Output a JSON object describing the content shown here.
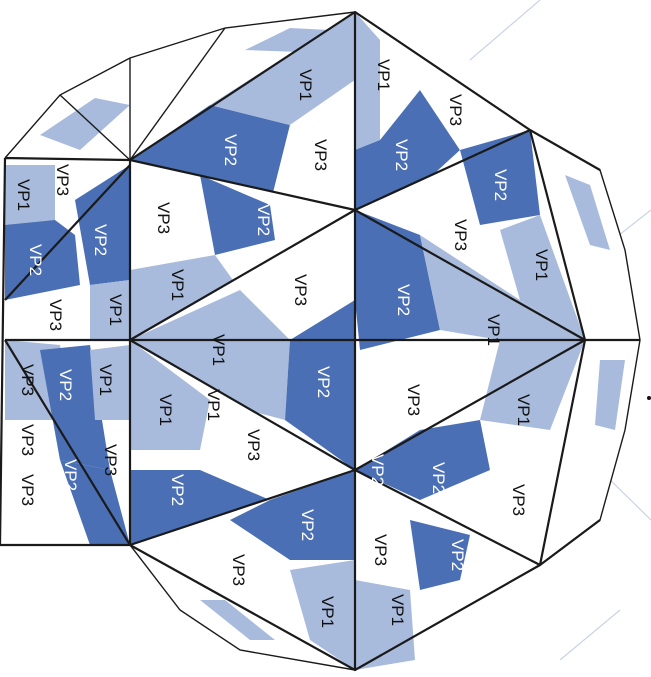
{
  "colors": {
    "dark": "#4a6fb5",
    "light": "#a9bbdd",
    "white": "#ffffff",
    "edge": "#1a1a1a",
    "deco_line": "#c9d3e6"
  },
  "protein_labels": {
    "vp1": "VP1",
    "vp2": "VP2",
    "vp3": "VP3"
  },
  "labels": [
    {
      "text": "VP1"
    },
    {
      "text": "VP3"
    },
    {
      "text": "VP1"
    },
    {
      "text": "VP2"
    },
    {
      "text": "VP3"
    },
    {
      "text": "VP2"
    },
    {
      "text": "VP3"
    },
    {
      "text": "VP2"
    },
    {
      "text": "VP2"
    },
    {
      "text": "VP1"
    },
    {
      "text": "VP3"
    },
    {
      "text": "VP1"
    },
    {
      "text": "VP3"
    },
    {
      "text": "VP2"
    },
    {
      "text": "VP1"
    },
    {
      "text": "VP2"
    },
    {
      "text": "VP3"
    },
    {
      "text": "VP1"
    },
    {
      "text": "VP3"
    },
    {
      "text": "VP2"
    },
    {
      "text": "VP1"
    },
    {
      "text": "VP2"
    },
    {
      "text": "VP3"
    },
    {
      "text": "VP1"
    },
    {
      "text": "VP1"
    },
    {
      "text": "VP1"
    },
    {
      "text": "VP2"
    },
    {
      "text": "VP3"
    },
    {
      "text": "VP3"
    },
    {
      "text": "VP2"
    },
    {
      "text": "VP3"
    },
    {
      "text": "VP3"
    },
    {
      "text": "VP2"
    },
    {
      "text": "VP1"
    },
    {
      "text": "VP3"
    },
    {
      "text": "VP3"
    },
    {
      "text": "VP2"
    },
    {
      "text": "VP1"
    },
    {
      "text": "VP3"
    },
    {
      "text": "VP2"
    },
    {
      "text": "VP2"
    },
    {
      "text": "VP1"
    },
    {
      "text": "VP3"
    },
    {
      "text": "VP2"
    },
    {
      "text": "VP1"
    }
  ]
}
